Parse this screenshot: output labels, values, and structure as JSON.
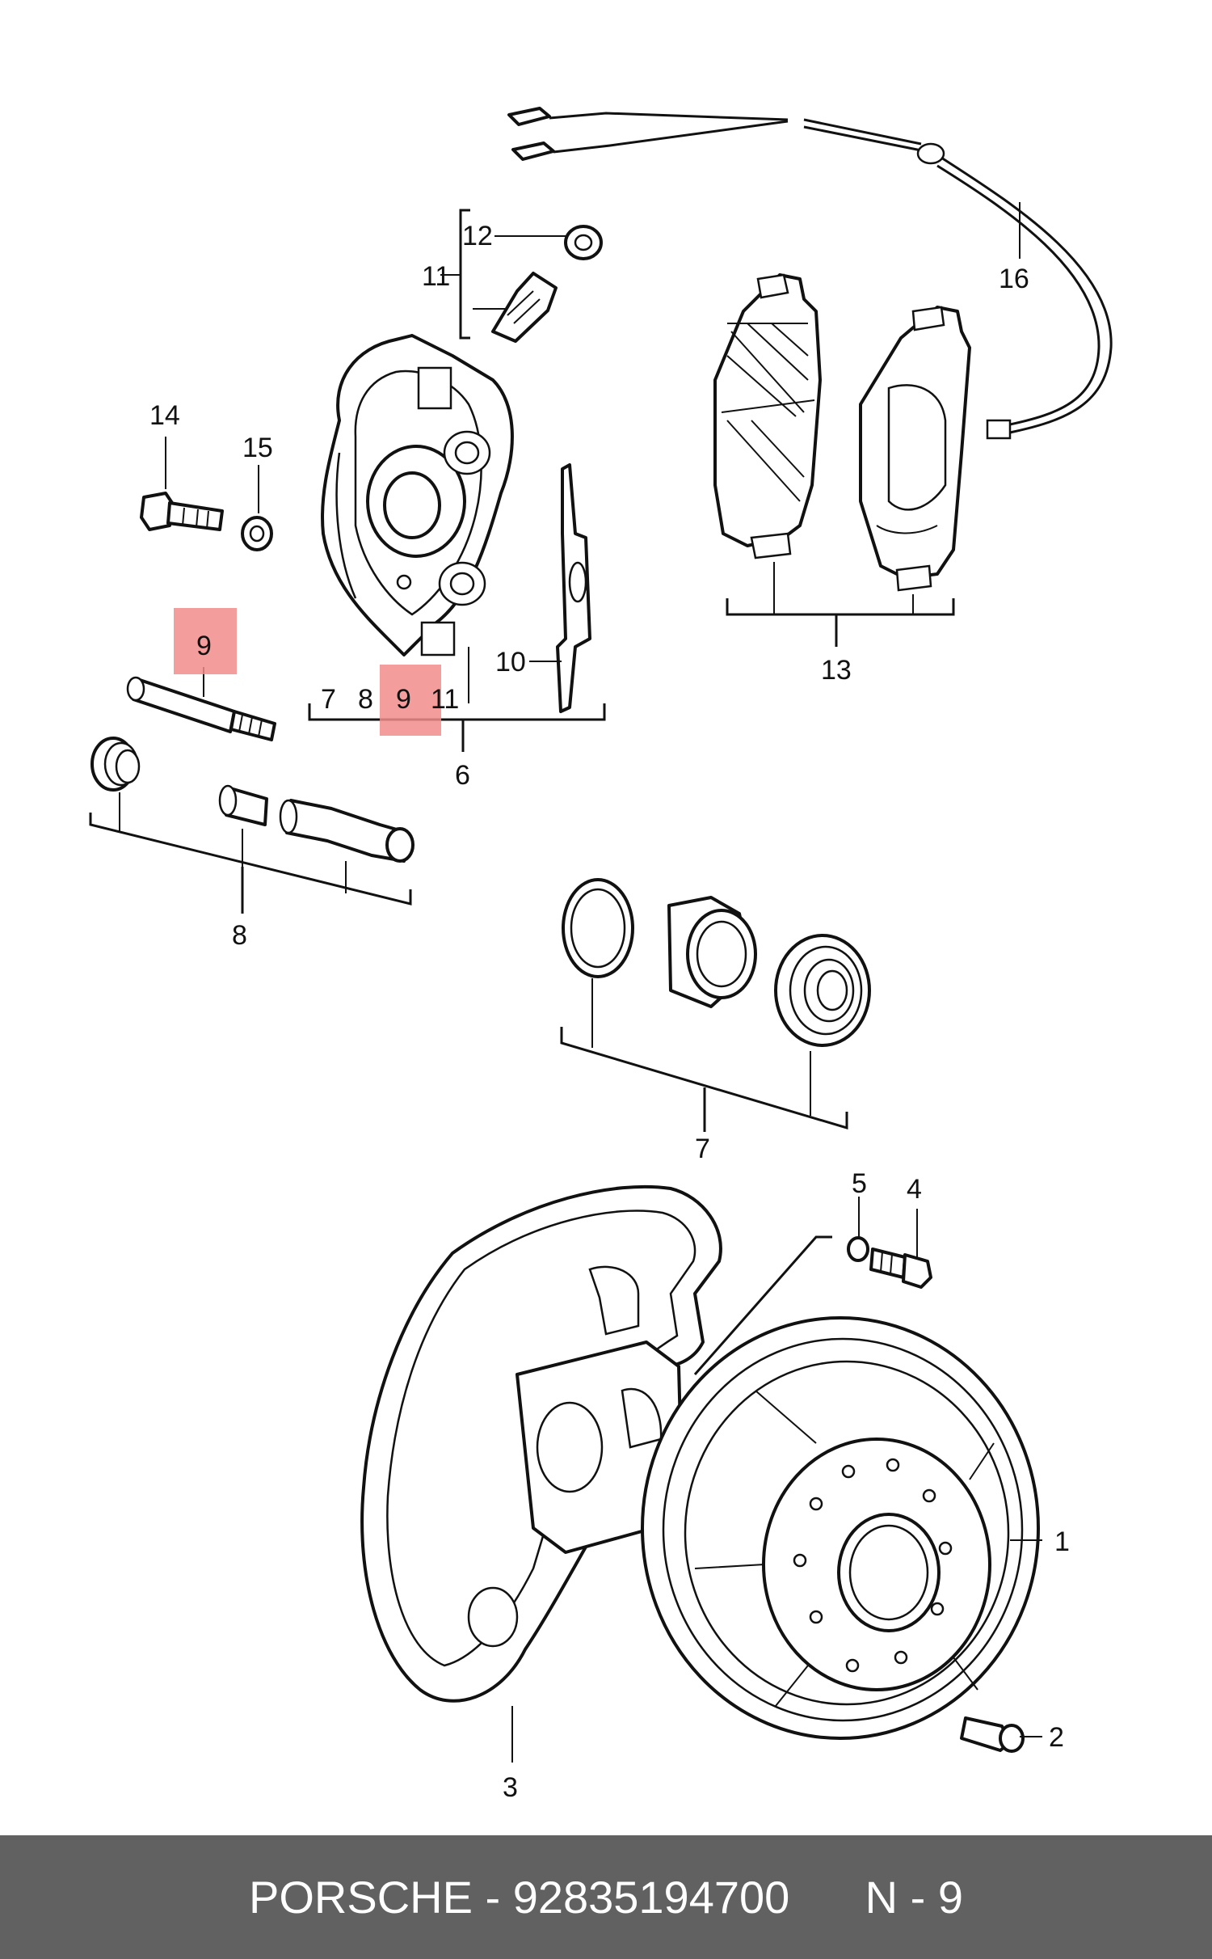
{
  "callouts": {
    "c1": "1",
    "c2": "2",
    "c3": "3",
    "c4": "4",
    "c5": "5",
    "c6": "6",
    "c7": "7",
    "c8": "8",
    "c9": "9",
    "c10": "10",
    "c11": "11",
    "c12": "12",
    "c13": "13",
    "c14": "14",
    "c15": "15",
    "c16": "16"
  },
  "subgroup_6": [
    "7",
    "8",
    "9",
    "11"
  ],
  "highlight": {
    "part_number": "9",
    "color": "#f28c8c"
  },
  "footer": {
    "brand": "PORSCHE",
    "separator": " - ",
    "part_no": "92835194700",
    "ref": "N - 9",
    "background": "#616161"
  }
}
